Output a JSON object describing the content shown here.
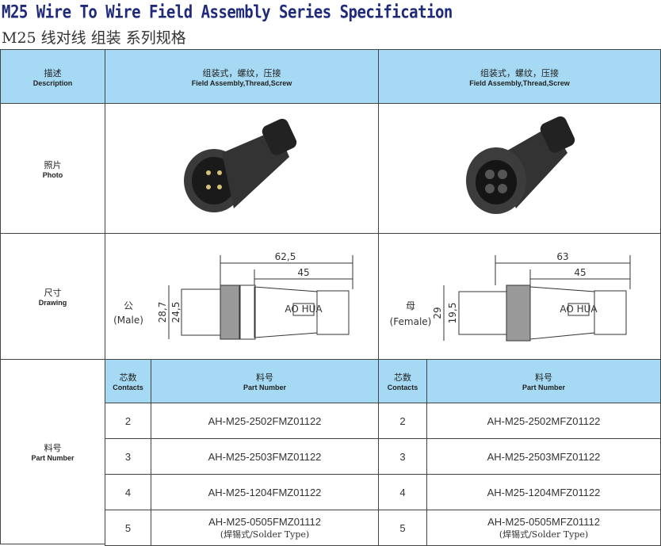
{
  "title_en": "M25 Wire To Wire Field Assembly Series Specification",
  "title_cn": "M25 线对线 组装 系列规格",
  "rows": {
    "description": {
      "cn": "描述",
      "en": "Description"
    },
    "photo": {
      "cn": "照片",
      "en": "Photo"
    },
    "drawing": {
      "cn": "尺寸",
      "en": "Drawing"
    },
    "part_number": {
      "cn": "料号",
      "en": "Part Number"
    }
  },
  "columns": [
    {
      "desc_cn": "组装式，螺纹，压接",
      "desc_en": "Field Assembly,Thread,Screw",
      "gender_cn": "公",
      "gender_en": "(Male)",
      "dims": {
        "overall": "62,5",
        "body": "45",
        "outer": "28,7",
        "inner": "24,5",
        "logo": "AO HUA"
      },
      "sub_header": {
        "contacts_cn": "芯数",
        "contacts_en": "Contacts",
        "pn_cn": "料号",
        "pn_en": "Part Number"
      },
      "parts": [
        {
          "contacts": "2",
          "pn": "AH-M25-2502FMZ01122"
        },
        {
          "contacts": "3",
          "pn": "AH-M25-2503FMZ01122"
        },
        {
          "contacts": "4",
          "pn": "AH-M25-1204FMZ01122"
        },
        {
          "contacts": "5",
          "pn": "AH-M25-0505FMZ01112",
          "note": "(焊锡式/Solder Type)"
        }
      ]
    },
    {
      "desc_cn": "组装式，螺纹，压接",
      "desc_en": "Field Assembly,Thread,Screw",
      "gender_cn": "母",
      "gender_en": "(Female)",
      "dims": {
        "overall": "63",
        "body": "45",
        "outer": "29",
        "inner": "19,5",
        "logo": "AO HUA"
      },
      "sub_header": {
        "contacts_cn": "芯数",
        "contacts_en": "Contacts",
        "pn_cn": "料号",
        "pn_en": "Part Number"
      },
      "parts": [
        {
          "contacts": "2",
          "pn": "AH-M25-2502MFZ01122"
        },
        {
          "contacts": "3",
          "pn": "AH-M25-2503MFZ01122"
        },
        {
          "contacts": "4",
          "pn": "AH-M25-1204MFZ01122"
        },
        {
          "contacts": "5",
          "pn": "AH-M25-0505MFZ01112",
          "note": "(焊锡式/Solder Type)"
        }
      ]
    }
  ]
}
